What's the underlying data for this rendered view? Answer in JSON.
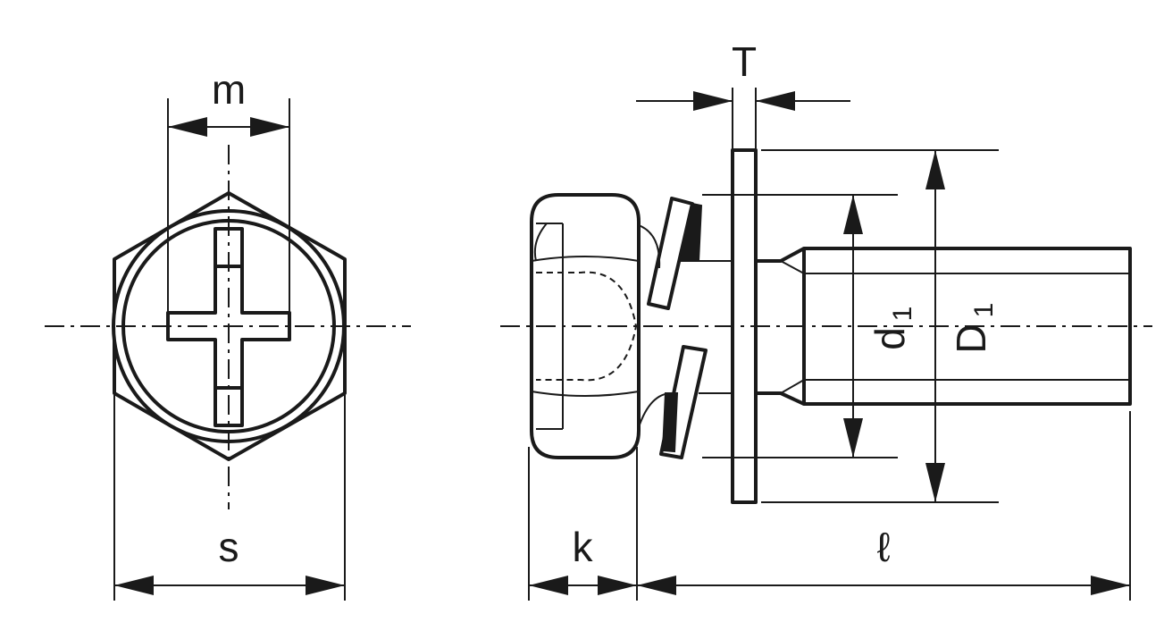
{
  "labels": {
    "m": "m",
    "s": "s",
    "T": "T",
    "k": "k",
    "l": "ℓ",
    "d1_main": "d",
    "d1_sub": "1",
    "D1_main": "D",
    "D1_sub": "1"
  },
  "colors": {
    "line": "#1a1a1a",
    "background": "#ffffff"
  }
}
